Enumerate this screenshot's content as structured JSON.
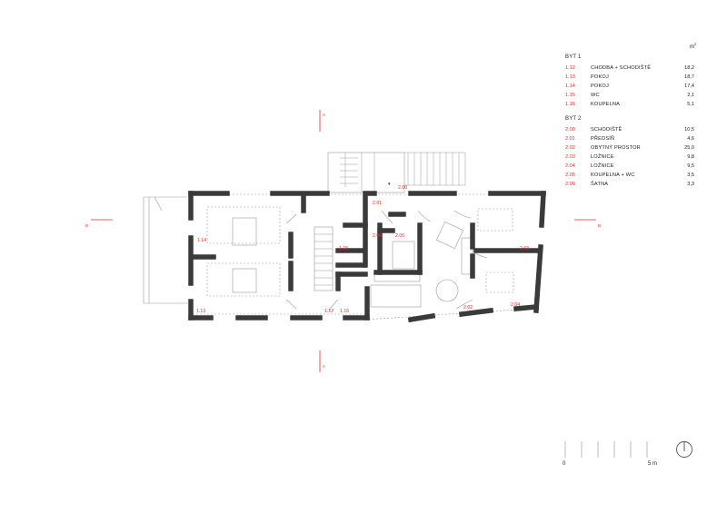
{
  "legend": {
    "unit": "m",
    "unit_power": "2",
    "groups": [
      {
        "title": "BYT 1",
        "rooms": [
          {
            "code": "1.12",
            "name": "CHODBA + SCHODIŠTĚ",
            "area": "18,2"
          },
          {
            "code": "1.13",
            "name": "POKOJ",
            "area": "18,7"
          },
          {
            "code": "1.14",
            "name": "POKOJ",
            "area": "17,4"
          },
          {
            "code": "1.15",
            "name": "WC",
            "area": "2,1"
          },
          {
            "code": "1.16",
            "name": "KOUPELNA",
            "area": "5,1"
          }
        ]
      },
      {
        "title": "BYT 2",
        "rooms": [
          {
            "code": "2.00",
            "name": "SCHODIŠTĚ",
            "area": "10,5"
          },
          {
            "code": "2.01",
            "name": "PŘEDSÍŇ",
            "area": "4,6"
          },
          {
            "code": "2.02",
            "name": "OBYTNÝ PROSTOR",
            "area": "25,0"
          },
          {
            "code": "2.03",
            "name": "LOŽNICE",
            "area": "9,8"
          },
          {
            "code": "2.04",
            "name": "LOŽNICE",
            "area": "9,5"
          },
          {
            "code": "2.05",
            "name": "KOUPELNA + WC",
            "area": "3,5"
          },
          {
            "code": "2.06",
            "name": "ŠATNA",
            "area": "3,3"
          }
        ]
      }
    ]
  },
  "plan_labels": {
    "r114": "1.14",
    "r115": "1.15",
    "r113": "1.13",
    "r112": "1.12",
    "r116": "1.16",
    "r201": "2.01",
    "r200": "2.00",
    "r206": "2.06",
    "r205": "2.05",
    "r203": "2.03",
    "r202": "2.02",
    "r204": "2.04"
  },
  "section_marks": {
    "a_top": "A",
    "a_bottom": "A",
    "b_left": "B",
    "b_right": "B"
  },
  "scale": {
    "start": "0",
    "end": "5 m"
  },
  "colors": {
    "wall": "#3a3a3a",
    "accent": "#e32b2b",
    "thin": "#8a8a8a"
  }
}
